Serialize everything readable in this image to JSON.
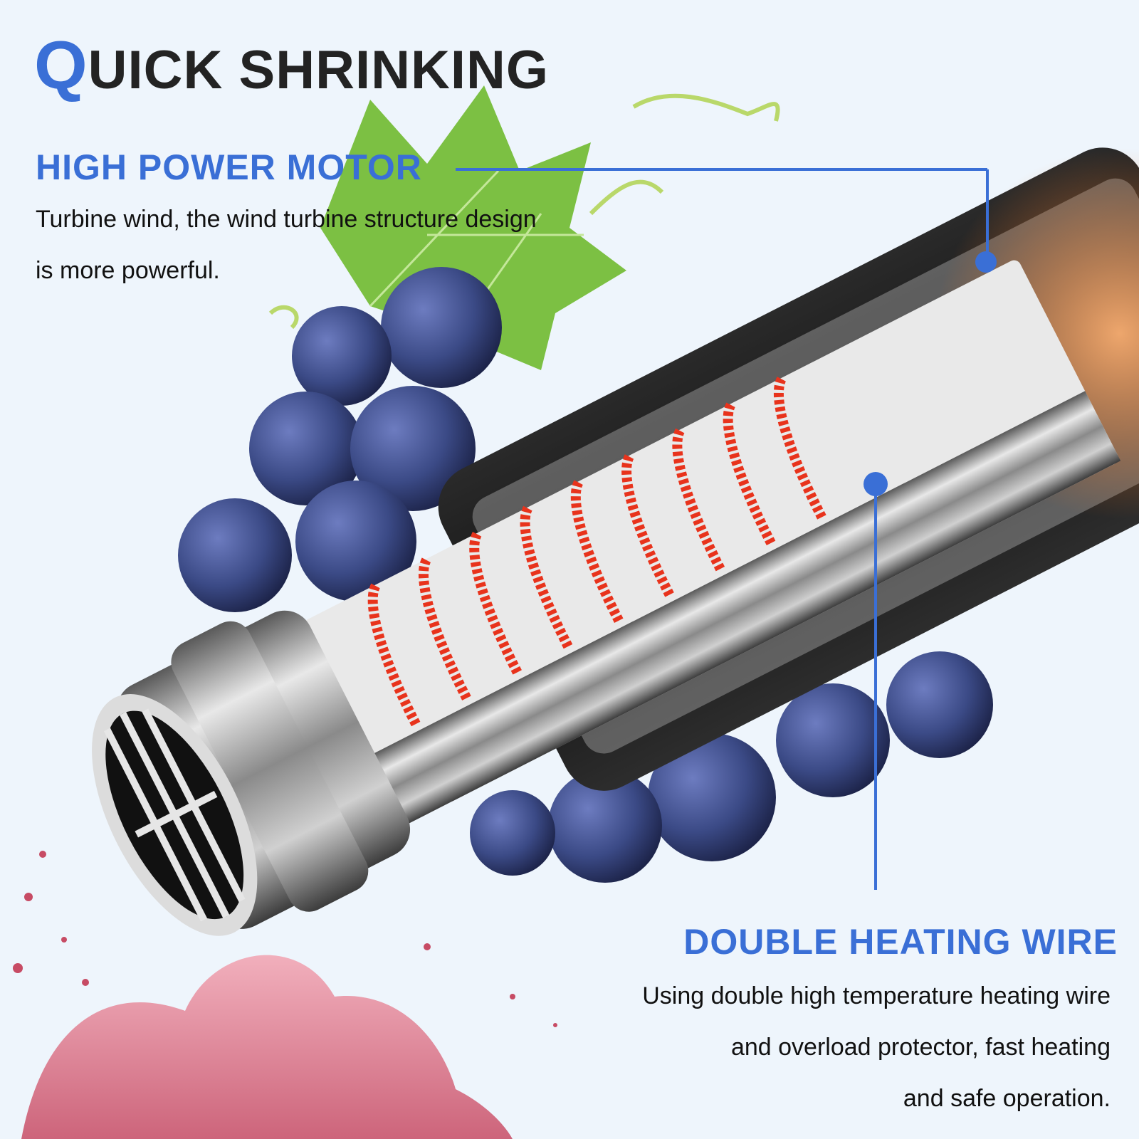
{
  "headline": {
    "first_letter": "Q",
    "rest": "UICK SHRINKING",
    "accent_color": "#3a6fd6",
    "text_color": "#232323"
  },
  "features": [
    {
      "title": "HIGH POWER MOTOR",
      "description": "Turbine wind, the wind turbine structure design is more powerful.",
      "callout_target": "motor-turbine"
    },
    {
      "title": "DOUBLE HEATING WIRE",
      "description_lines": [
        "Using double high temperature heating wire",
        "and overload protector, fast heating",
        "and safe operation."
      ],
      "callout_target": "heating-coil"
    }
  ],
  "colors": {
    "background": "#eef5fc",
    "callout_line": "#3a6fd6",
    "heating_coil": "#e8331c",
    "grapes": "#3b4a86",
    "leaf": "#7cc043",
    "wine_splash": "#d9667a"
  }
}
